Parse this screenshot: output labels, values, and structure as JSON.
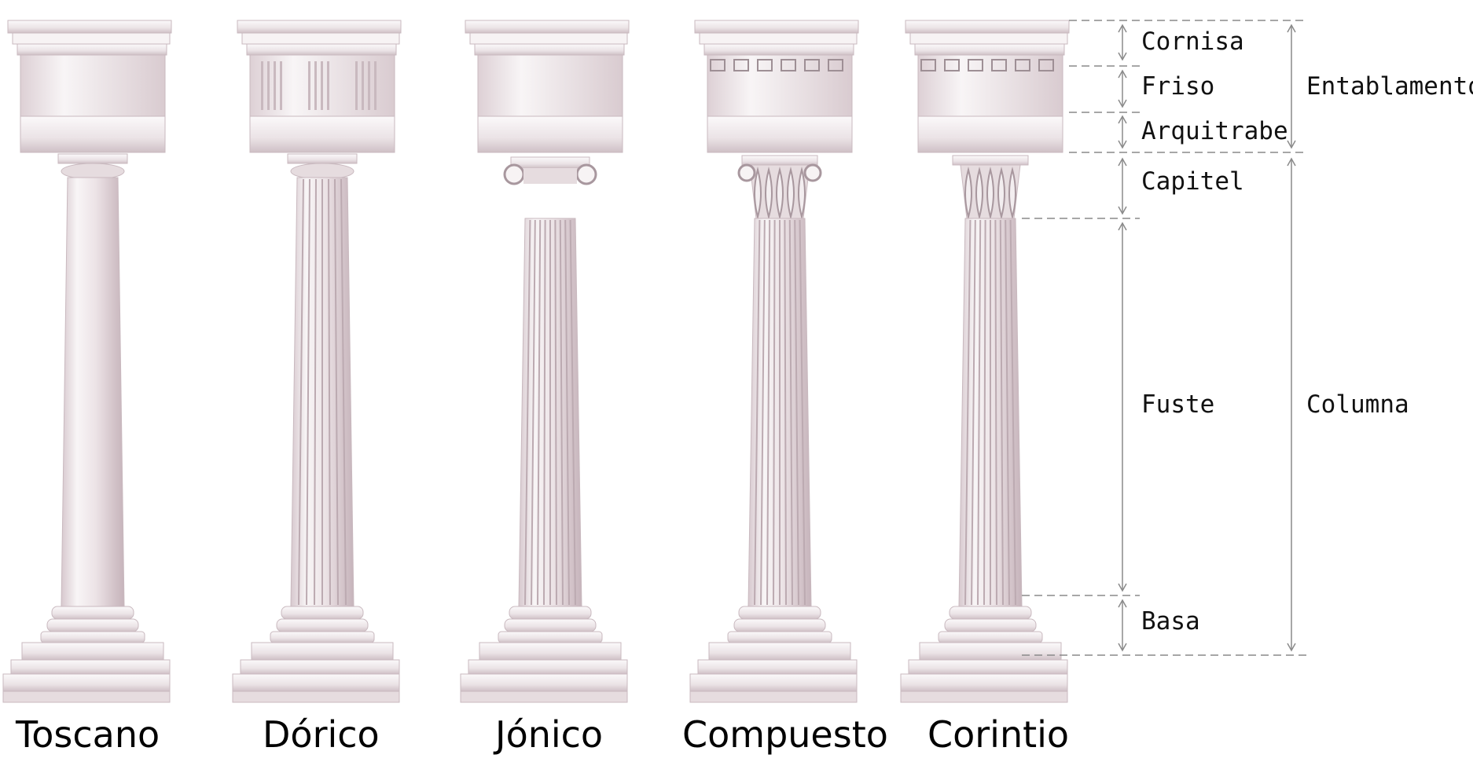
{
  "orders": [
    {
      "name": "Toscano",
      "flutes": 0,
      "capital": "plain",
      "frieze": "plain"
    },
    {
      "name": "Dórico",
      "flutes": 8,
      "capital": "plain",
      "frieze": "triglyph"
    },
    {
      "name": "Jónico",
      "flutes": 10,
      "capital": "volute",
      "frieze": "plain"
    },
    {
      "name": "Compuesto",
      "flutes": 10,
      "capital": "composite",
      "frieze": "dentil"
    },
    {
      "name": "Corintio",
      "flutes": 10,
      "capital": "acanthus",
      "frieze": "dentil"
    }
  ],
  "parts": {
    "cornisa": "Cornisa",
    "friso": "Friso",
    "arquitrabe": "Arquitrabe",
    "capitel": "Capitel",
    "fuste": "Fuste",
    "basa": "Basa"
  },
  "groups": {
    "entablamento": "Entablamento",
    "columna": "Columna"
  },
  "colors": {
    "stone_light": "#f7f3f4",
    "stone_mid": "#e6dcdf",
    "stone_shadow": "#c9b9bf",
    "guide_line": "#8a8a8a",
    "text": "#111111"
  }
}
